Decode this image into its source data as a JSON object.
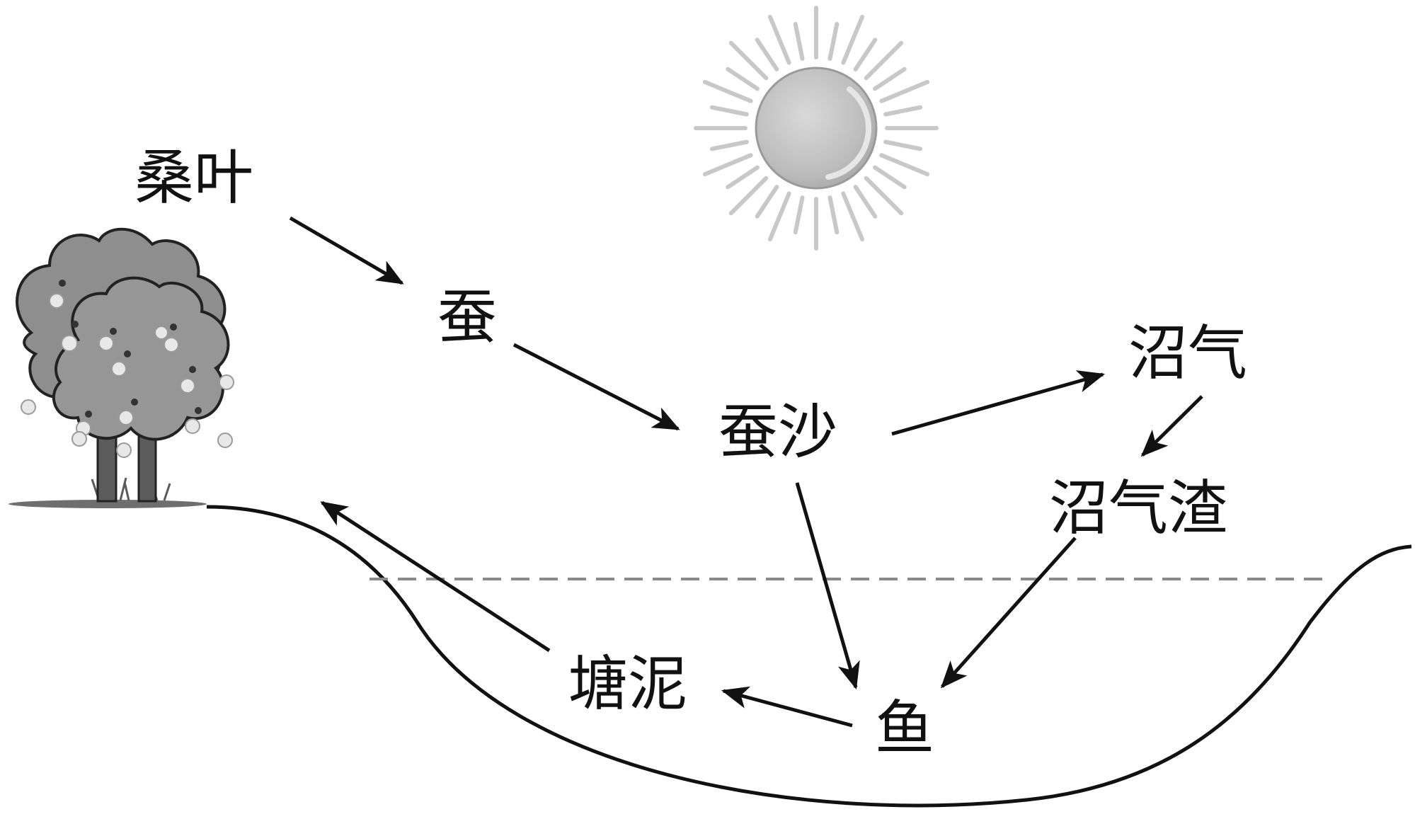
{
  "nodes": {
    "mulberry_leaf": "桑叶",
    "silkworm": "蚕",
    "silkworm_excrement": "蚕沙",
    "biogas": "沼气",
    "biogas_residue": "沼气渣",
    "fish": "鱼",
    "pond_mud": "塘泥"
  },
  "flows": [
    {
      "from": "桑叶",
      "to": "蚕"
    },
    {
      "from": "蚕",
      "to": "蚕沙"
    },
    {
      "from": "蚕沙",
      "to": "沼气"
    },
    {
      "from": "沼气",
      "to": "沼气渣"
    },
    {
      "from": "蚕沙",
      "to": "鱼"
    },
    {
      "from": "沼气渣",
      "to": "鱼"
    },
    {
      "from": "鱼",
      "to": "塘泥"
    },
    {
      "from": "塘泥",
      "to": "桑叶"
    }
  ],
  "icons": {
    "sun": "sun-icon",
    "tree": "mulberry-tree-icon"
  },
  "colors": {
    "ink": "#111111",
    "sun_fill": "#bdbdbd",
    "sun_rays": "#c8c8c8",
    "tree_foliage": "#8f8f8f",
    "water_line": "#8a8a8a"
  }
}
